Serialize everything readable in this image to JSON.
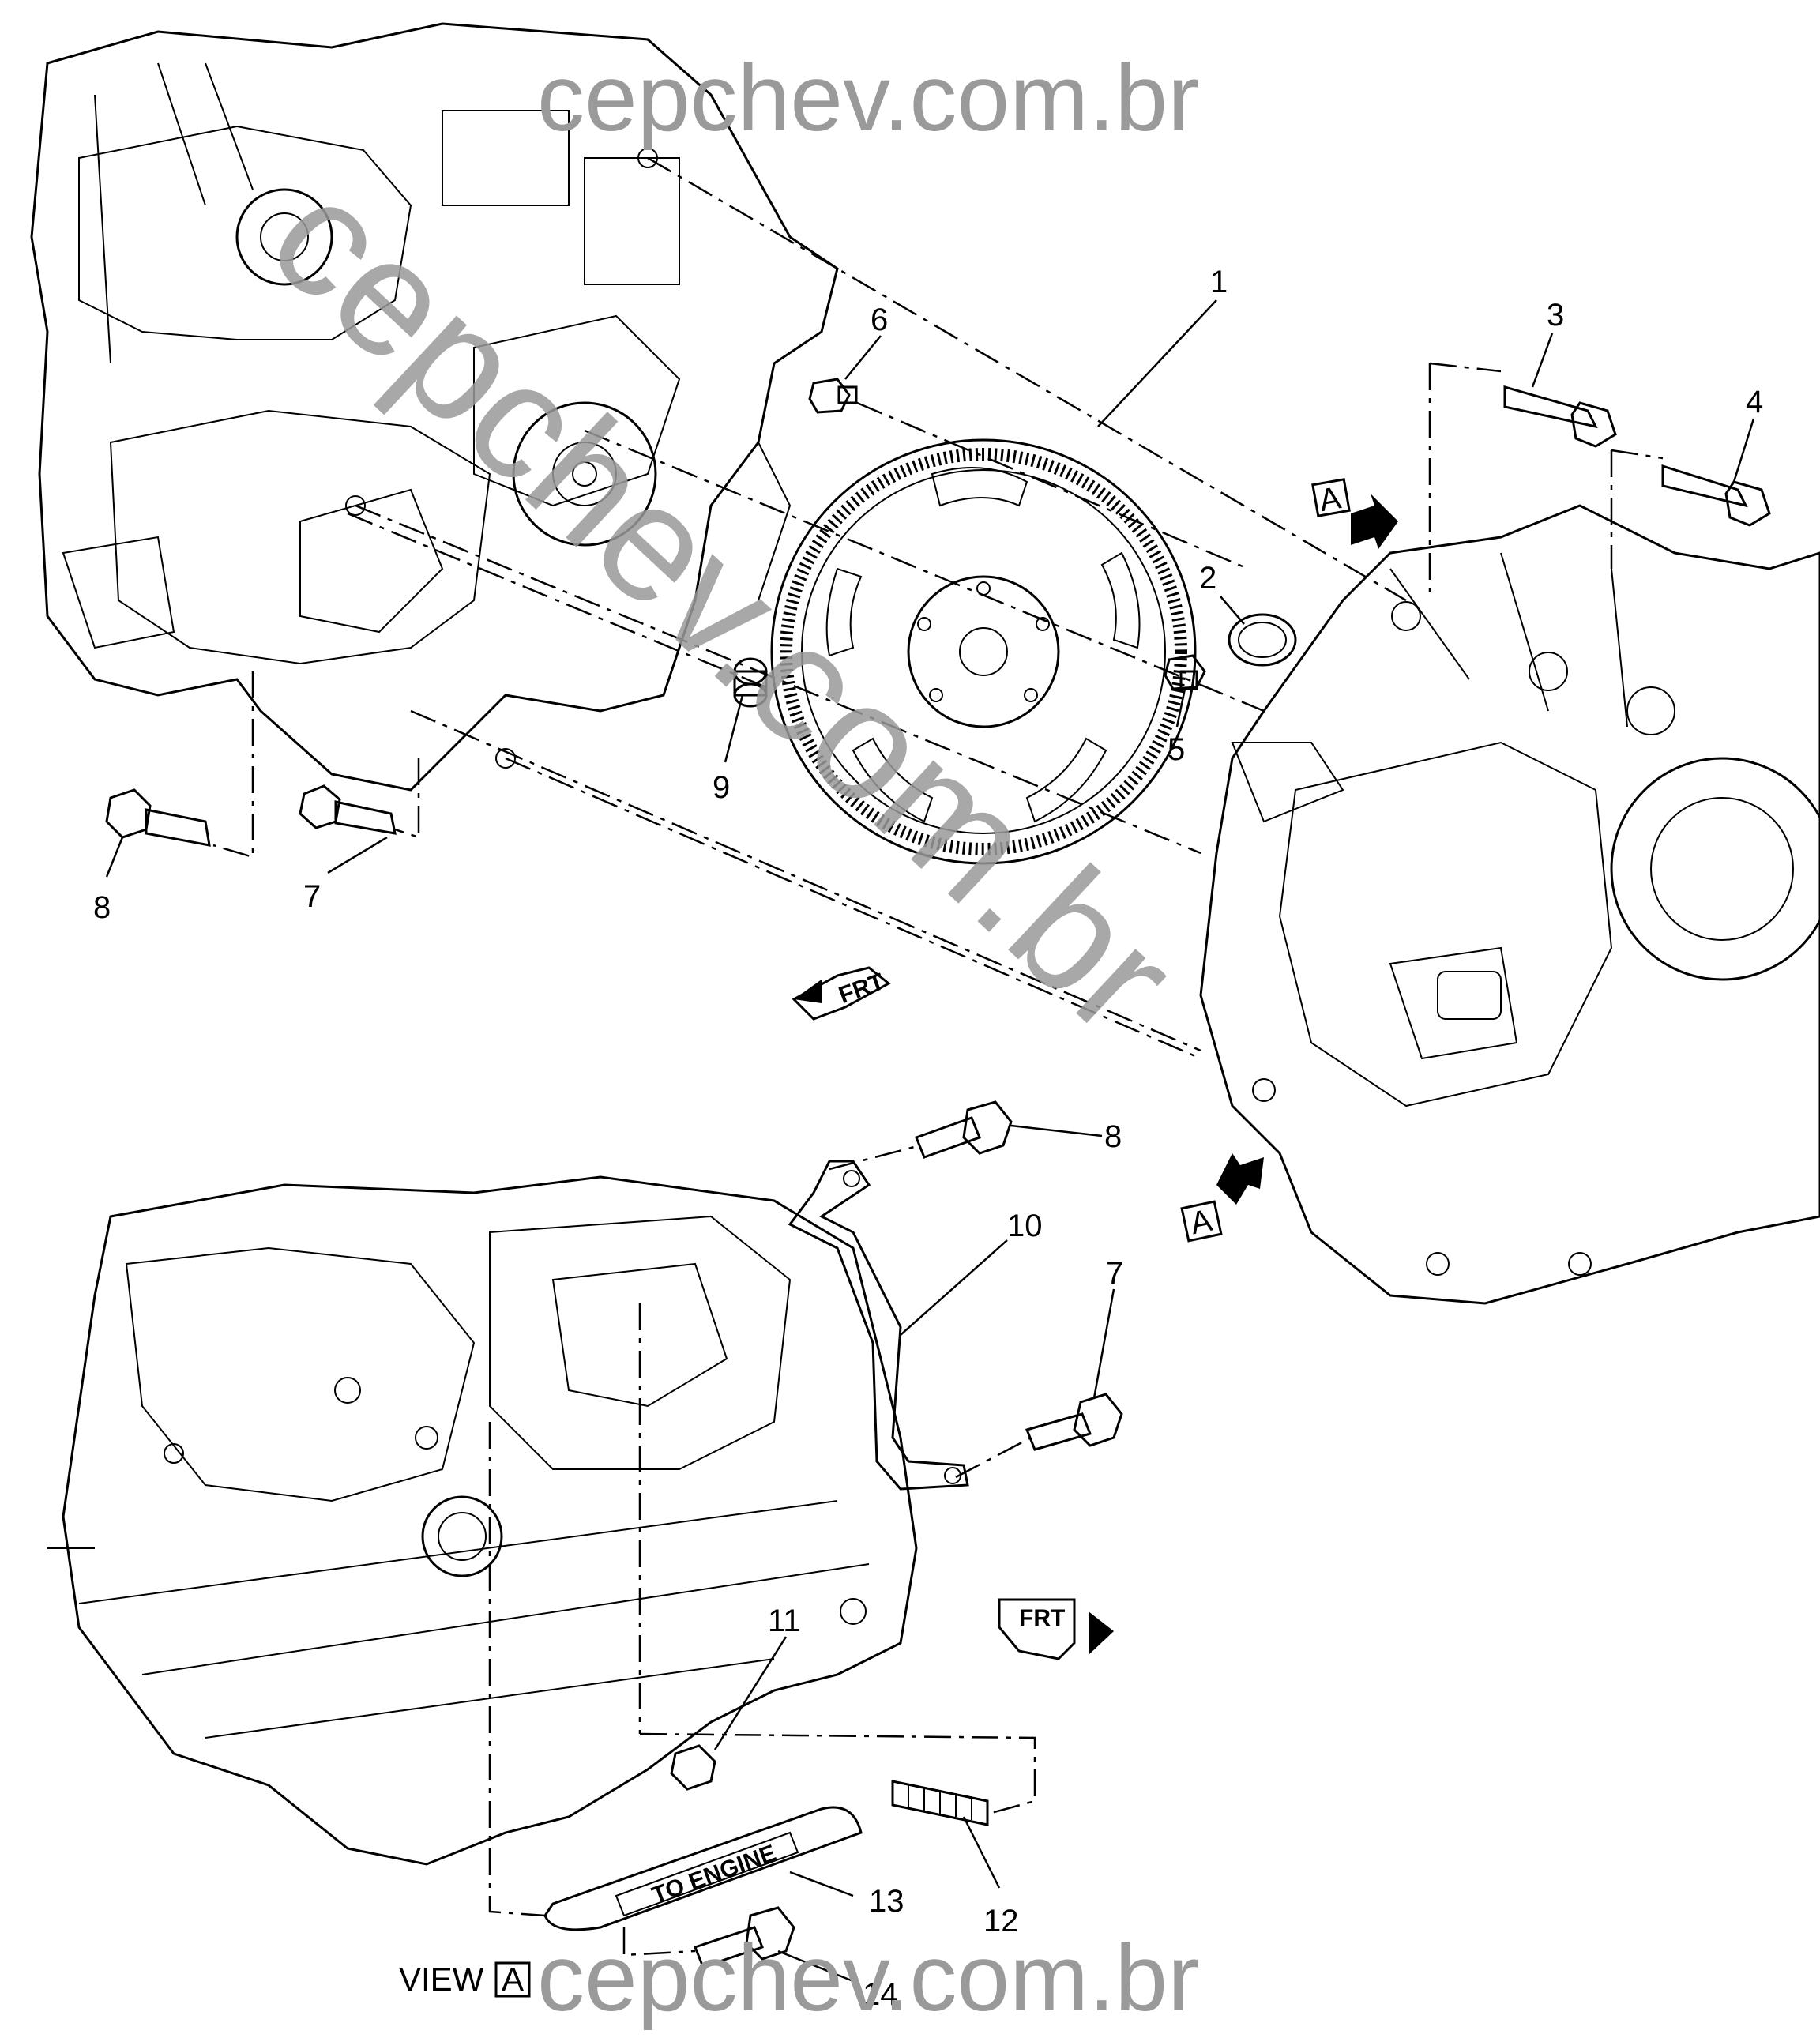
{
  "watermark": {
    "top": "cepchev.com.br",
    "diagonal": "cepchev.com.br",
    "bottom": "cepchev.com.br"
  },
  "callouts": {
    "c1": "1",
    "c2": "2",
    "c3": "3",
    "c4": "4",
    "c5": "5",
    "c6": "6",
    "c7_top": "7",
    "c8_top": "8",
    "c9": "9",
    "c8_view": "8",
    "c10": "10",
    "c7_view": "7",
    "c11": "11",
    "c12": "12",
    "c13": "13",
    "c14": "14"
  },
  "view_markers": {
    "letter": "A",
    "view_label": "VIEW"
  },
  "direction_tags": {
    "front_upper": "FRT",
    "front_lower": "FRT"
  },
  "part_text": {
    "spacer_label": "TO ENGINE"
  },
  "colors": {
    "line": "#000000",
    "watermark": "#9a9a9a",
    "background": "#ffffff"
  },
  "icons": {
    "view_arrow": "view-direction-arrow-icon",
    "front_arrow": "front-direction-arrow-icon"
  }
}
